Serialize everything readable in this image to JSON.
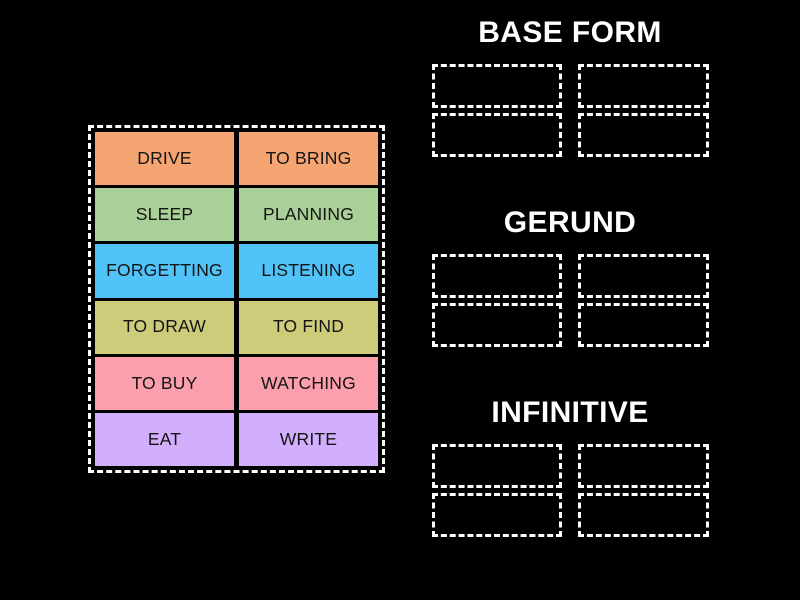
{
  "background_color": "#000000",
  "tile_bank": {
    "border_style": "dashed-white",
    "rows": [
      {
        "color": "#f5a572",
        "tiles": [
          {
            "label": "DRIVE"
          },
          {
            "label": "TO BRING"
          }
        ]
      },
      {
        "color": "#a9d098",
        "tiles": [
          {
            "label": "SLEEP"
          },
          {
            "label": "PLANNING"
          }
        ]
      },
      {
        "color": "#50c4f8",
        "tiles": [
          {
            "label": "FORGETTING"
          },
          {
            "label": "LISTENING"
          }
        ]
      },
      {
        "color": "#cdcc7b",
        "tiles": [
          {
            "label": "TO DRAW"
          },
          {
            "label": "TO FIND"
          }
        ]
      },
      {
        "color": "#fc9fad",
        "tiles": [
          {
            "label": "TO BUY"
          },
          {
            "label": "WATCHING"
          }
        ]
      },
      {
        "color": "#d1affc",
        "tiles": [
          {
            "label": "EAT"
          },
          {
            "label": "WRITE"
          }
        ]
      }
    ]
  },
  "categories": [
    {
      "title": "BASE FORM",
      "dropzones": [
        {
          "content": ""
        },
        {
          "content": ""
        },
        {
          "content": ""
        },
        {
          "content": ""
        }
      ]
    },
    {
      "title": "GERUND",
      "dropzones": [
        {
          "content": ""
        },
        {
          "content": ""
        },
        {
          "content": ""
        },
        {
          "content": ""
        }
      ]
    },
    {
      "title": "INFINITIVE",
      "dropzones": [
        {
          "content": ""
        },
        {
          "content": ""
        },
        {
          "content": ""
        },
        {
          "content": ""
        }
      ]
    }
  ]
}
